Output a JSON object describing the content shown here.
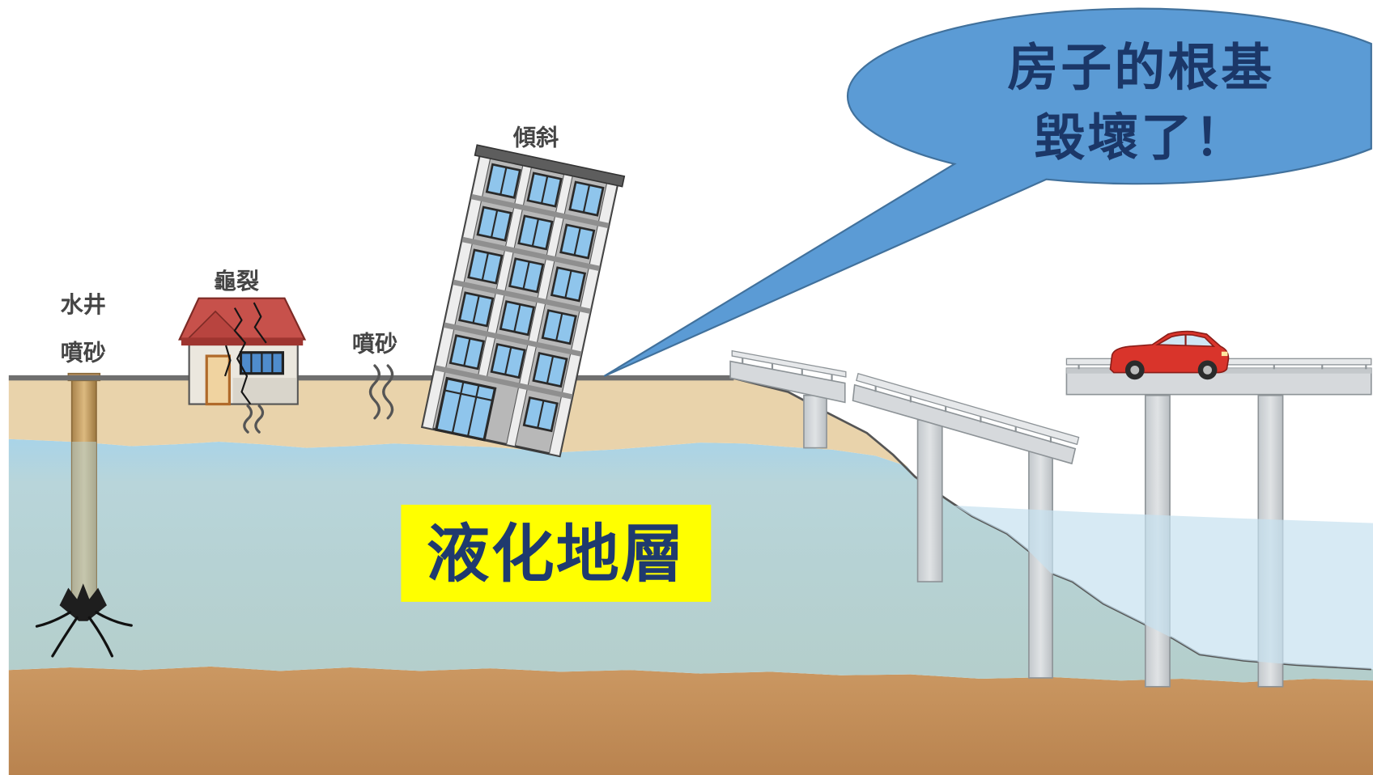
{
  "speech_bubble": {
    "line1": "房子的根基",
    "line2": "毀壞了！"
  },
  "labels": {
    "well_title": "水井",
    "well_sand_boil": "噴砂",
    "house_crack": "龜裂",
    "ground_sand_boil": "噴砂",
    "building_tilt": "傾斜"
  },
  "layer_label": "液化地層",
  "colors": {
    "bubble_fill": "#5b9bd5",
    "label_box_fill": "#ffff00",
    "topsoil_fill": "#e9d3ab",
    "car_body": "#d9342b"
  }
}
